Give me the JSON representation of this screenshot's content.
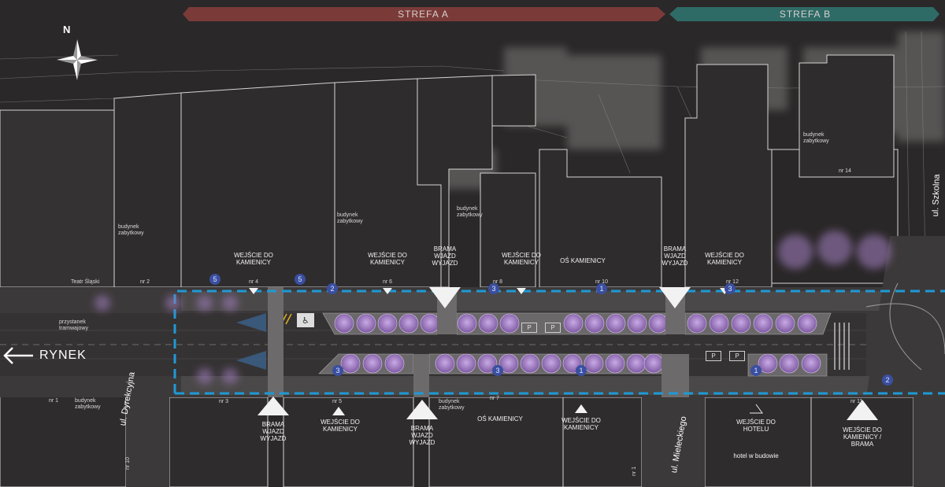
{
  "zones": {
    "a": "STREFA A",
    "b": "STREFA B"
  },
  "north_label": "N",
  "direction_label": "RYNEK",
  "streets": {
    "dyrekcyjna": "ul. Dyrekcyjna",
    "mieleckiego": "ul. Mieleckiego",
    "szkolna": "ul. Szkolna"
  },
  "north_side": {
    "teatr": "Teatr Śląski",
    "przystanek": "przystanek\ntramwajowy",
    "nr2": "nr 2",
    "nr4": "nr 4",
    "nr6": "nr 6",
    "nr8": "nr 8",
    "nr10": "nr 10",
    "nr12": "nr 12",
    "nr14": "nr 14",
    "zabytkowy_1": "budynek\nzabytkowy",
    "zabytkowy_2": "budynek\nzabytkowy",
    "zabytkowy_3": "budynek\nzabytkowy",
    "zabytkowy_4": "budynek\nzabytkowy",
    "wejscie_4": "WEJŚCIE DO\nKAMIENICY",
    "wejscie_6": "WEJŚCIE DO\nKAMIENICY",
    "brama_1": "BRAMA\nWJAZD\nWYJAZD",
    "wejscie_8": "WEJŚCIE DO\nKAMIENICY",
    "os_kamienicy": "OŚ KAMIENICY",
    "brama_2": "BRAMA\nWJAZD\nWYJAZD",
    "wejscie_12": "WEJŚCIE DO\nKAMIENICY"
  },
  "south_side": {
    "nr1_left": "nr 1",
    "nr3": "nr 3",
    "nr5": "nr 5",
    "nr7": "nr 7",
    "nr10_side": "nr 10",
    "nr1_mid": "nr 1",
    "nr11": "nr 11",
    "zabytkowy_a": "budynek\nzabytkowy",
    "zabytkowy_b": "budynek\nzabytkowy",
    "brama_3": "BRAMA\nWJAZD\nWYJAZD",
    "wejscie_5": "WEJŚCIE DO\nKAMIENICY",
    "brama_4": "BRAMA\nWJAZD\nWYJAZD",
    "os_kamienicy_2": "OŚ KAMIENICY",
    "wejscie_7": "WEJŚCIE DO\nKAMIENICY",
    "wejscie_hotel": "WEJŚCIE DO\nHOTELU",
    "hotel": "hotel w budowie",
    "wejscie_11": "WEJŚCIE DO\nKAMIENICY /\nBRAMA"
  },
  "markers": [
    "5",
    "5",
    "2",
    "3",
    "1",
    "3",
    "3",
    "3",
    "1",
    "1",
    "2"
  ],
  "parking": [
    "P",
    "P",
    "P",
    "P"
  ],
  "colors": {
    "zone_a": "#7a3b38",
    "zone_b": "#2f6b66",
    "boundary": "#1e9ad6",
    "tree": "#8d6bb0",
    "marker": "#3a4fa0"
  }
}
